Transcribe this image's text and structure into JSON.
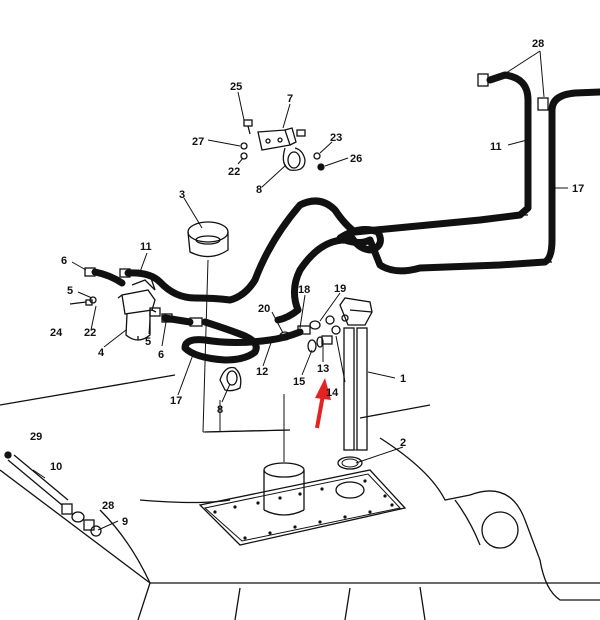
{
  "diagram": {
    "callouts": [
      {
        "id": "c25",
        "text": "25"
      },
      {
        "id": "c7",
        "text": "7"
      },
      {
        "id": "c27",
        "text": "27"
      },
      {
        "id": "c23",
        "text": "23"
      },
      {
        "id": "c22a",
        "text": "22"
      },
      {
        "id": "c26",
        "text": "26"
      },
      {
        "id": "c8a",
        "text": "8"
      },
      {
        "id": "c3",
        "text": "3"
      },
      {
        "id": "c11a",
        "text": "11"
      },
      {
        "id": "c6a",
        "text": "6"
      },
      {
        "id": "c5a",
        "text": "5"
      },
      {
        "id": "c24",
        "text": "24"
      },
      {
        "id": "c22b",
        "text": "22"
      },
      {
        "id": "c4",
        "text": "4"
      },
      {
        "id": "c5b",
        "text": "5"
      },
      {
        "id": "c6b",
        "text": "6"
      },
      {
        "id": "c17a",
        "text": "17"
      },
      {
        "id": "c8b",
        "text": "8"
      },
      {
        "id": "c20",
        "text": "20"
      },
      {
        "id": "c18",
        "text": "18"
      },
      {
        "id": "c19",
        "text": "19"
      },
      {
        "id": "c12",
        "text": "12"
      },
      {
        "id": "c15",
        "text": "15"
      },
      {
        "id": "c13",
        "text": "13"
      },
      {
        "id": "c14",
        "text": "14"
      },
      {
        "id": "c1",
        "text": "1"
      },
      {
        "id": "c28a",
        "text": "28"
      },
      {
        "id": "c11b",
        "text": "11"
      },
      {
        "id": "c17b",
        "text": "17"
      },
      {
        "id": "c2",
        "text": "2"
      },
      {
        "id": "c29",
        "text": "29"
      },
      {
        "id": "c10",
        "text": "10"
      },
      {
        "id": "c28b",
        "text": "28"
      },
      {
        "id": "c9",
        "text": "9"
      }
    ],
    "colors": {
      "line": "#111111",
      "arrow": "#e52222",
      "background": "#ffffff"
    }
  }
}
